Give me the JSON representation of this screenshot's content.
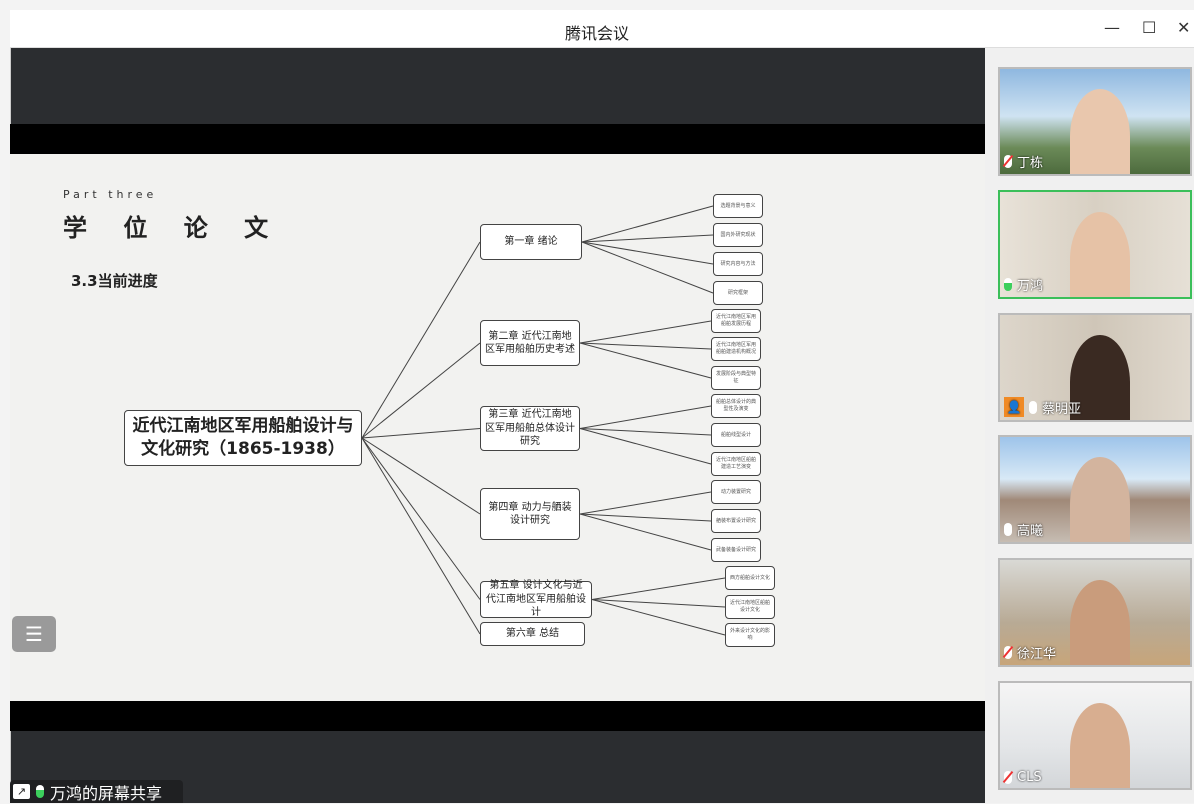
{
  "window": {
    "title": "腾讯会议",
    "minimize_icon": "minimize-icon",
    "maximize_icon": "maximize-icon",
    "close_icon": "close-icon"
  },
  "slide": {
    "part": "Part three",
    "heading": "学 位 论 文",
    "subheading": "3.3当前进度",
    "root": "近代江南地区军用船舶设计与文化研究（1865-1938）",
    "chapters": [
      {
        "label": "第一章 绪论",
        "leaves": [
          "选题背景与意义",
          "国内外研究现状",
          "研究内容与方法",
          "研究框架"
        ]
      },
      {
        "label": "第二章 近代江南地区军用船舶历史考述",
        "leaves": [
          "近代江南地区军用船舶发展历程",
          "近代江南地区军用船舶建造机构概况",
          "发展阶段与典型特征"
        ]
      },
      {
        "label": "第三章 近代江南地区军用船舶总体设计研究",
        "leaves": [
          "船舶总体设计的典型性及演变",
          "船舶线型设计",
          "近代江南地区船舶建造工艺演变"
        ]
      },
      {
        "label": "第四章 动力与舾装设计研究",
        "leaves": [
          "动力装置研究",
          "舾装布置设计研究",
          "武备装备设计研究"
        ]
      },
      {
        "label": "第五章 设计文化与近代江南地区军用船舶设计",
        "leaves": [
          "西方船舶设计文化",
          "近代江南地区船舶设计文化",
          "外来设计文化的影响"
        ]
      },
      {
        "label": "第六章 总结",
        "leaves": []
      }
    ]
  },
  "toc_button_icon": "list-icon",
  "share_bar": {
    "label": "万鸿的屏幕共享",
    "icon": "screen-share-icon"
  },
  "participants": [
    {
      "name": "丁栋",
      "mic": "muted"
    },
    {
      "name": "万鸿",
      "mic": "speaking",
      "active": true
    },
    {
      "name": "蔡明亚",
      "mic": "on",
      "avatar_badge": true
    },
    {
      "name": "高曦",
      "mic": "on"
    },
    {
      "name": "徐江华",
      "mic": "muted"
    },
    {
      "name": "CLS",
      "mic": "muted"
    }
  ]
}
